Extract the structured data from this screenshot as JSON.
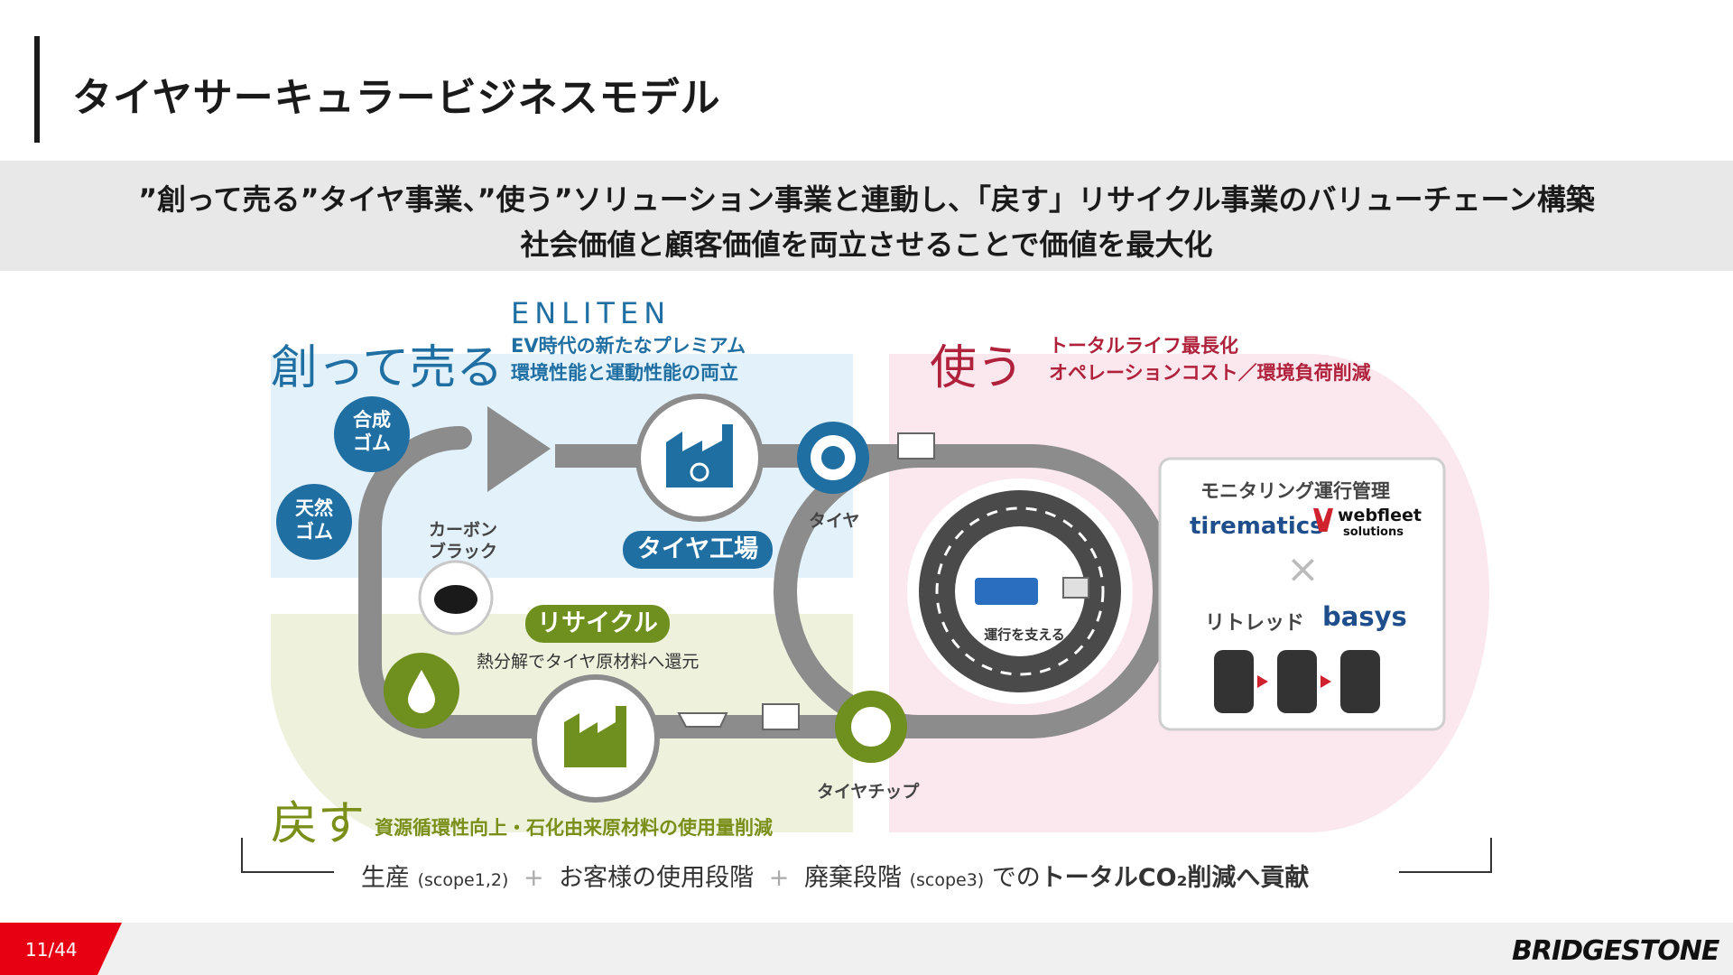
{
  "header": {
    "title": "タイヤサーキュラービジネスモデル"
  },
  "subtitle": {
    "line1": "”創って売る”タイヤ事業、”使う”ソリューション事業と連動し、「戻す」リサイクル事業のバリューチェーン構築",
    "line2": "社会価値と顧客価値を両立させることで価値を最大化"
  },
  "create_sell": {
    "heading": "創って売る",
    "brand": "ENLITEN",
    "desc1": "EV時代の新たなプレミアム",
    "desc2": "環境性能と運動性能の両立",
    "synthetic_rubber": "合成\nゴム",
    "natural_rubber": "天然\nゴム",
    "carbon_black": "カーボン\nブラック",
    "factory_label": "タイヤ工場",
    "tire_label": "タイヤ"
  },
  "use": {
    "heading": "使う",
    "desc1": "トータルライフ最長化",
    "desc2": "オペレーションコスト／環境負荷削減",
    "center_label": "運行を支える",
    "monitoring_title": "モニタリング運行管理",
    "partner1": "tirematics",
    "partner2_a": "webfleet",
    "partner2_b": "solutions",
    "times": "×",
    "retread": "リトレッド",
    "partner3": "basys"
  },
  "return": {
    "heading": "戻す",
    "desc": "資源循環性向上・石化由来原材料の使用量削減",
    "recycle_label": "リサイクル",
    "recycle_desc": "熱分解でタイヤ原材料へ還元",
    "tire_chip": "タイヤチップ"
  },
  "bottom": {
    "p1": "生産",
    "p1s": "(scope1,2)",
    "plus": "+",
    "p2": "お客様の使用段階",
    "p3": "廃棄段階",
    "p3s": "(scope3)",
    "p4": "での",
    "p5": "トータルCO₂削減へ貢献"
  },
  "footer": {
    "page": "11/44",
    "brand": "BRIDGESTONE"
  },
  "colors": {
    "blue": "#1f6fa3",
    "green": "#7a8f1a",
    "red": "#b0223c",
    "loop_gray": "#8c8c8c"
  }
}
